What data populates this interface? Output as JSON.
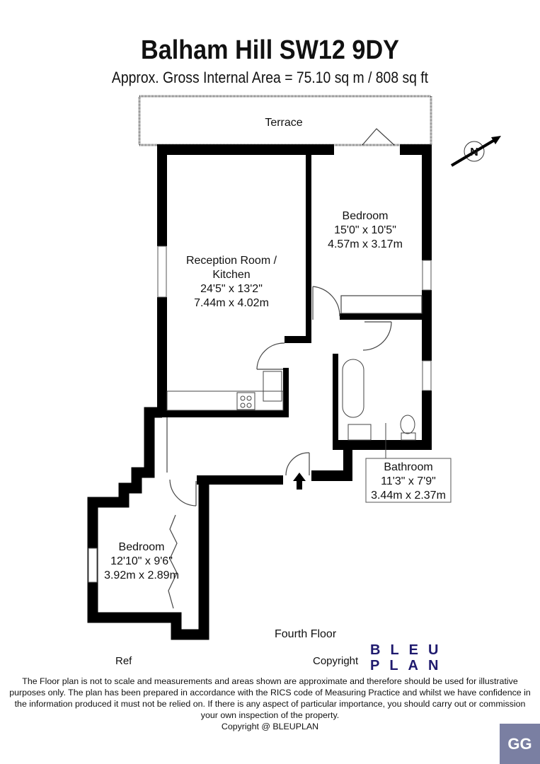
{
  "header": {
    "title": "Balham Hill SW12 9DY",
    "subtitle": "Approx. Gross Internal Area = 75.10 sq m / 808 sq ft"
  },
  "rooms": {
    "terrace": {
      "name": "Terrace"
    },
    "reception": {
      "name_line1": "Reception Room /",
      "name_line2": "Kitchen",
      "imperial": "24'5\" x 13'2\"",
      "metric": "7.44m x 4.02m"
    },
    "bedroom1": {
      "name": "Bedroom",
      "imperial": "15'0\" x 10'5\"",
      "metric": "4.57m x 3.17m"
    },
    "bathroom": {
      "name": "Bathroom",
      "imperial": "11'3\" x 7'9\"",
      "metric": "3.44m x 2.37m"
    },
    "bedroom2": {
      "name": "Bedroom",
      "imperial": "12'10\" x 9'6\"",
      "metric": "3.92m x 2.89m"
    }
  },
  "compass": {
    "icon": "north-compass-icon",
    "label": "N"
  },
  "footer": {
    "floor": "Fourth Floor",
    "ref": "Ref",
    "copyright_label": "Copyright",
    "logo_line1": "BLEU",
    "logo_line2": "PLAN",
    "disclaimer": "The Floor plan is not to scale and measurements and areas shown are approximate and therefore should be used for illustrative purposes only. The plan has been prepared in accordance with the RICS code of Measuring Practice and whilst we have confidence in the information produced it must not be relied on. If there is any aspect of particular importance, you should carry out or commission your own inspection of the property.",
    "copyright_line": "Copyright @ BLEUPLAN",
    "badge": "GG"
  },
  "colors": {
    "walls": "#000000",
    "logo": "#1f1a6e",
    "badge": "#7a7fa2"
  }
}
